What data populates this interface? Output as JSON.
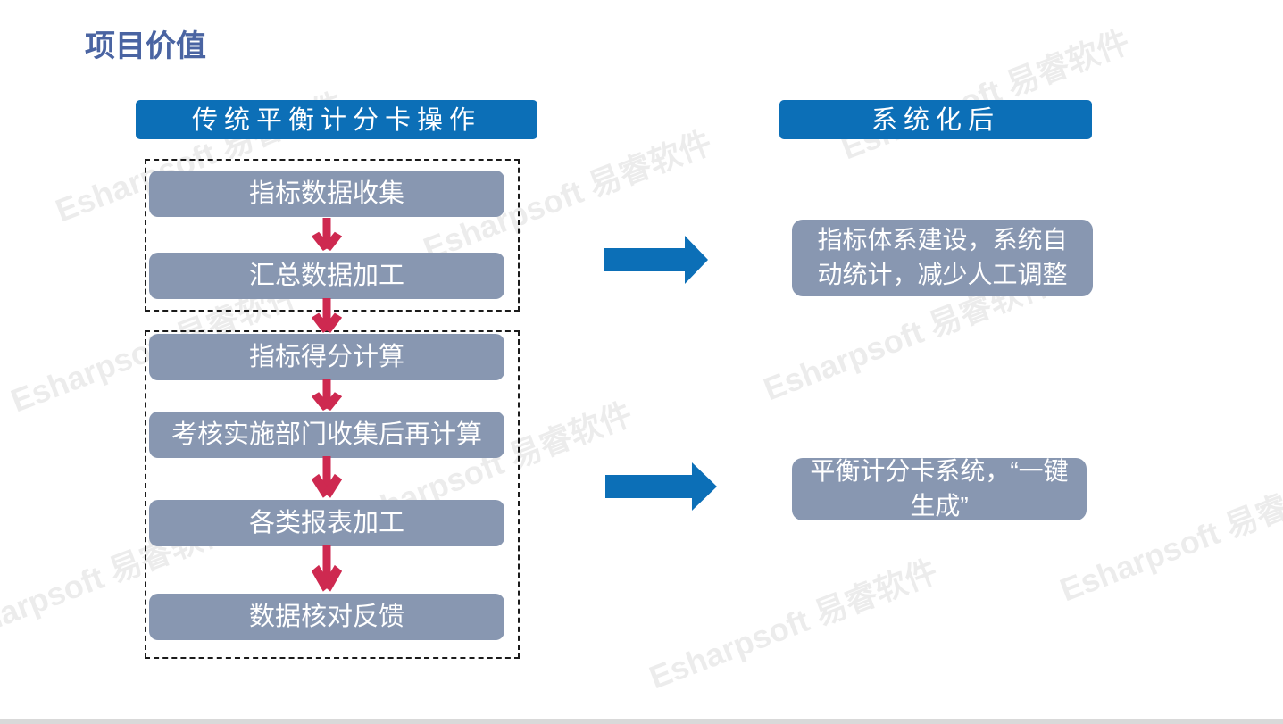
{
  "slide": {
    "title": "项目价值",
    "watermark_text": "Esharpsoft 易睿软件",
    "left_column": {
      "header": "传统平衡计分卡操作",
      "groups": [
        {
          "steps": [
            "指标数据收集",
            "汇总数据加工"
          ]
        },
        {
          "steps": [
            "指标得分计算",
            "考核实施部门收集后再计算",
            "各类报表加工",
            "数据核对反馈"
          ]
        }
      ]
    },
    "right_column": {
      "header": "系统化后",
      "results": [
        "指标体系建设，系统自动统计，减少人工调整",
        "平衡计分卡系统，“一键生成”"
      ]
    },
    "colors": {
      "header_bg": "#0C6FB7",
      "box_bg": "#8897B1",
      "red_arrow": "#CE2950",
      "blue_arrow": "#0C6FB7",
      "title_text": "#4A64A2"
    }
  }
}
